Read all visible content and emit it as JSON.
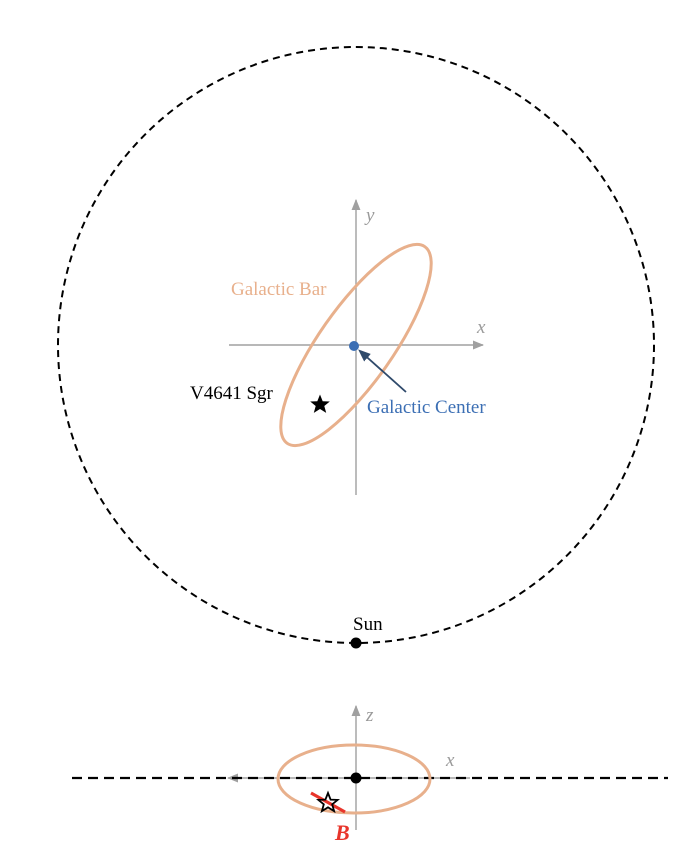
{
  "colors": {
    "bar": "#e8b08c",
    "center": "#3c6fb4",
    "field": "#e8352b",
    "axis": "#a0a0a0",
    "line": "#000000",
    "arrow": "#2f4a6b"
  },
  "labels": {
    "axis_y": "y",
    "axis_x_top": "x",
    "axis_z": "z",
    "axis_x_bottom": "x",
    "galactic_bar": "Galactic Bar",
    "galactic_center": "Galactic Center",
    "v4641": "V4641 Sgr",
    "sun": "Sun",
    "field_b": "B"
  },
  "icons": {
    "star": "star-icon"
  }
}
